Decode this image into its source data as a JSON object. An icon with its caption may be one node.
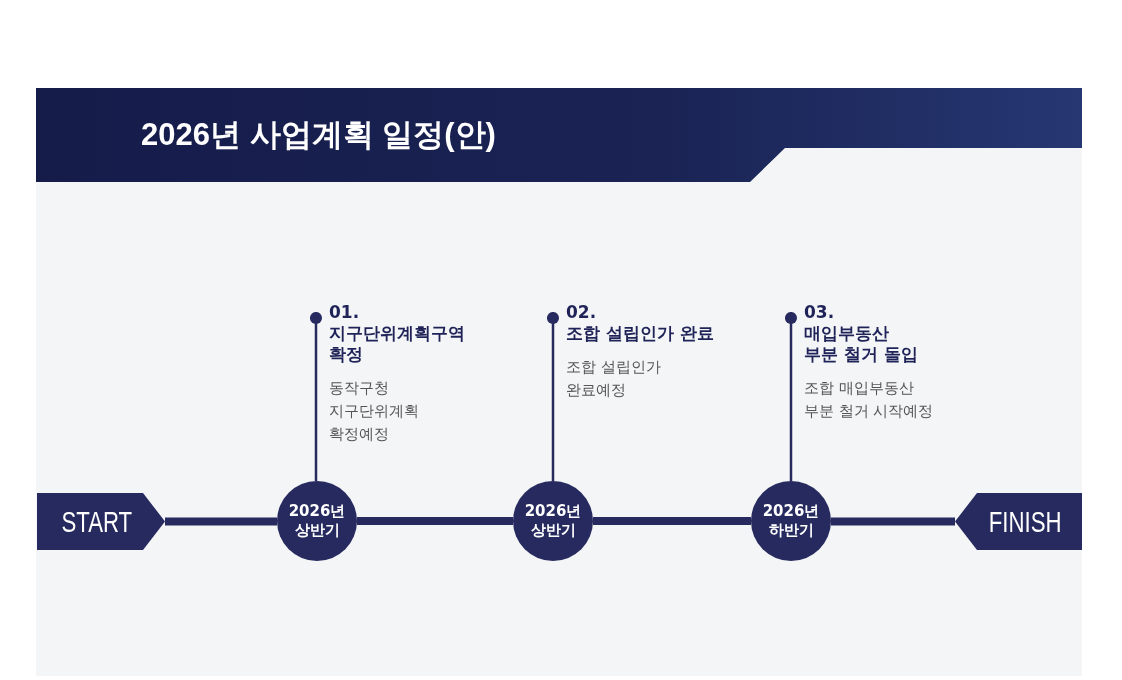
{
  "diagram": {
    "title": "2026년 사업계획 일정(안)",
    "nodes": [
      {
        "text": [
          "01.",
          "지구단위계획구역 확정",
          "동작구청 지구단위계획 확정예정"
        ]
      },
      {
        "text": [
          "02.",
          "조합 설립인가 완료",
          "조합 설립인가 완료예정"
        ]
      },
      {
        "text": [
          "03.",
          "매입부동산 부분 철거 돌입",
          "조합 매입부동산 부분 철거 시작예정"
        ]
      },
      {
        "text": [
          "START"
        ]
      },
      {
        "text": [
          "2026년 상반기"
        ]
      },
      {
        "text": [
          "2026년 상반기"
        ]
      },
      {
        "text": [
          "2026년 하반기"
        ]
      },
      {
        "text": [
          "FINISH"
        ]
      }
    ],
    "edges": [
      {
        "from": 3,
        "to": 4,
        "arrow": "none"
      },
      {
        "from": 4,
        "to": 5,
        "arrow": "none"
      },
      {
        "from": 5,
        "to": 6,
        "arrow": "none"
      },
      {
        "from": 6,
        "to": 7,
        "arrow": "none"
      },
      {
        "from": 4,
        "to": 0,
        "arrow": "other"
      },
      {
        "from": 5,
        "to": 1,
        "arrow": "other"
      },
      {
        "from": 6,
        "to": 2,
        "arrow": "other"
      }
    ]
  }
}
